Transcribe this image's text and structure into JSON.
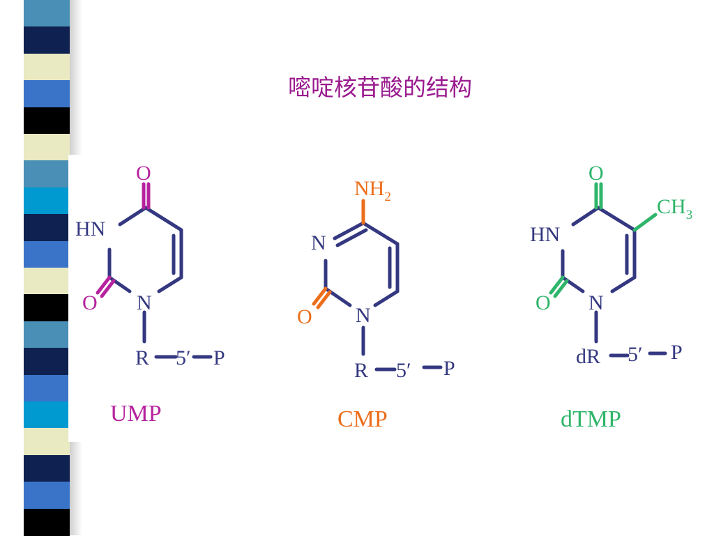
{
  "slide": {
    "title": "嘧啶核苷酸的结构"
  },
  "colors": {
    "bond": "#343880",
    "atom": "#343880",
    "ump": "#b6239f",
    "cmp": "#ec6e1b",
    "dtmp": "#2fb56a",
    "title": "#9a1a8e"
  },
  "sidebar": {
    "colors": [
      "#4a8fb6",
      "#0e2150",
      "#e9e9c2",
      "#3a74c8",
      "#000000",
      "#e9e9c2",
      "#4a8fb6",
      "#0099d0",
      "#0e2150",
      "#3a74c8",
      "#e9e9c2",
      "#000000",
      "#4a8fb6",
      "#0e2150",
      "#3a74c8",
      "#0099d0",
      "#e9e9c2",
      "#0e2150",
      "#3a74c8",
      "#000000"
    ]
  },
  "molecules": [
    {
      "id": "ump",
      "name": "UMP",
      "atoms": {
        "top_o": "O",
        "nh": "HN",
        "o": "O",
        "n": "N",
        "sugar": "R",
        "position": "5′",
        "phosphate": "P"
      }
    },
    {
      "id": "cmp",
      "name": "CMP",
      "atoms": {
        "amino": "NH",
        "amino_sub": "2",
        "n3": "N",
        "o": "O",
        "n": "N",
        "sugar": "R",
        "position": "5′",
        "phosphate": "P"
      }
    },
    {
      "id": "dtmp",
      "name": "dTMP",
      "atoms": {
        "top_o": "O",
        "methyl": "CH",
        "methyl_sub": "3",
        "nh": "HN",
        "o": "O",
        "n": "N",
        "sugar": "dR",
        "position": "5′",
        "phosphate": "P"
      }
    }
  ]
}
